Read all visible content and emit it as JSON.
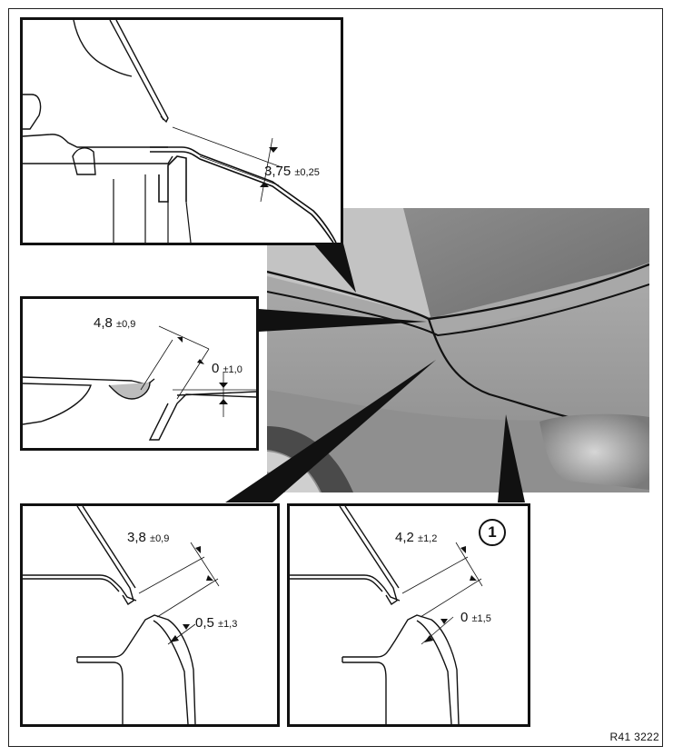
{
  "figure_ref": "R41 3222",
  "panels": {
    "top": {
      "value": "3,75",
      "tolerance": "±0,25"
    },
    "middle": {
      "gap_value": "4,8",
      "gap_tolerance": "±0,9",
      "flush_value": "0",
      "flush_tolerance": "±1,0"
    },
    "bottom_left": {
      "gap_value": "3,8",
      "gap_tolerance": "±0,9",
      "flush_value": "0,5",
      "flush_tolerance": "±1,3"
    },
    "bottom_right": {
      "callout": "1",
      "gap_value": "4,2",
      "gap_tolerance": "±1,2",
      "flush_value": "0",
      "flush_tolerance": "±1,5"
    }
  }
}
